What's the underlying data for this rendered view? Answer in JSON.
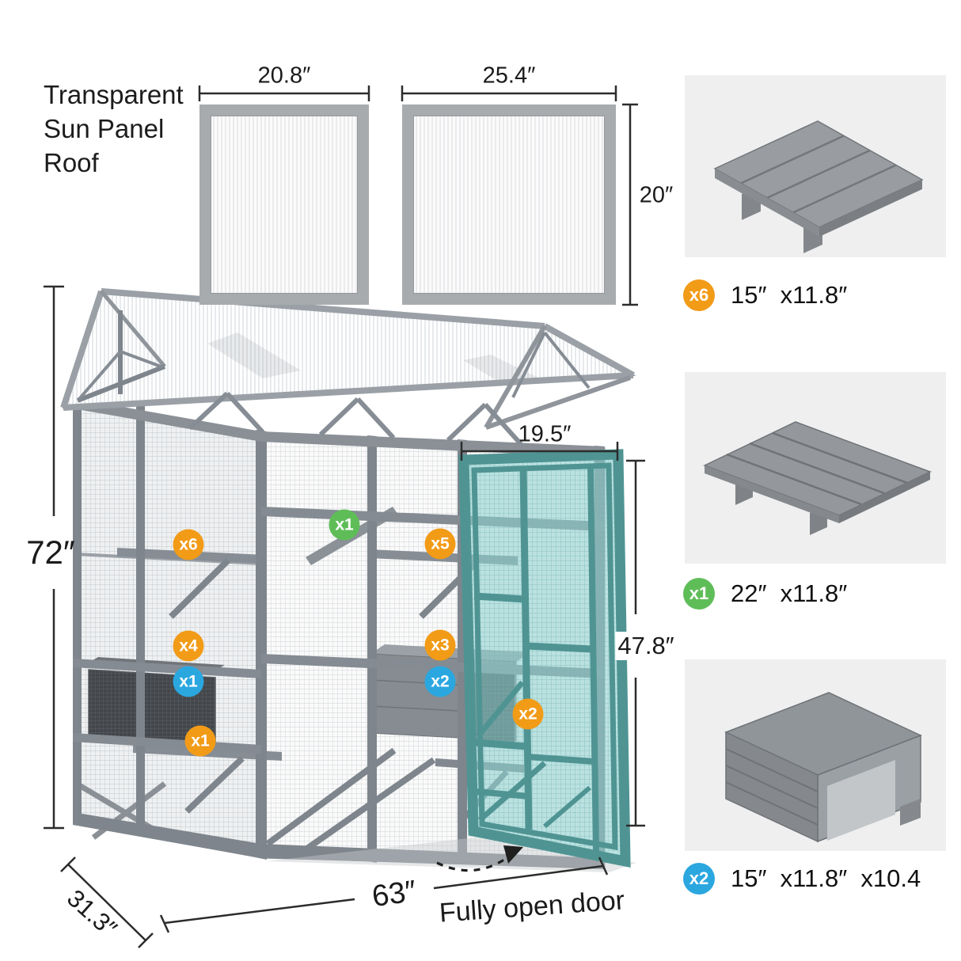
{
  "title": "Transparent\nSun Panel\nRoof",
  "sun_panels": {
    "panel1_width_label": "20.8″",
    "panel2_width_label": "25.4″",
    "height_label": "20″"
  },
  "structure": {
    "height_label": "72″",
    "depth_label": "31.3″",
    "width_label": "63″",
    "door_width_label": "19.5″",
    "door_height_label": "47.8″",
    "door_caption": "Fully open door",
    "badges": [
      {
        "label": "x6",
        "color": "#F29B17"
      },
      {
        "label": "x1",
        "color": "#5FBD58"
      },
      {
        "label": "x5",
        "color": "#F29B17"
      },
      {
        "label": "x4",
        "color": "#F29B17"
      },
      {
        "label": "x1",
        "color": "#2BA7E0"
      },
      {
        "label": "x3",
        "color": "#F29B17"
      },
      {
        "label": "x2",
        "color": "#2BA7E0"
      },
      {
        "label": "x2",
        "color": "#F29B17"
      },
      {
        "label": "x1",
        "color": "#F29B17"
      }
    ]
  },
  "components": [
    {
      "count": "x6",
      "color": "#F29B17",
      "dims": "15″  x11.8″"
    },
    {
      "count": "x1",
      "color": "#5FBD58",
      "dims": "22″  x11.8″"
    },
    {
      "count": "x2",
      "color": "#2BA7E0",
      "dims": "15″  x11.8″  x10.4"
    }
  ],
  "colors": {
    "door_teal": "#4F9493",
    "frame_gray": "#7E858C",
    "mesh_dark": "#43474B"
  }
}
